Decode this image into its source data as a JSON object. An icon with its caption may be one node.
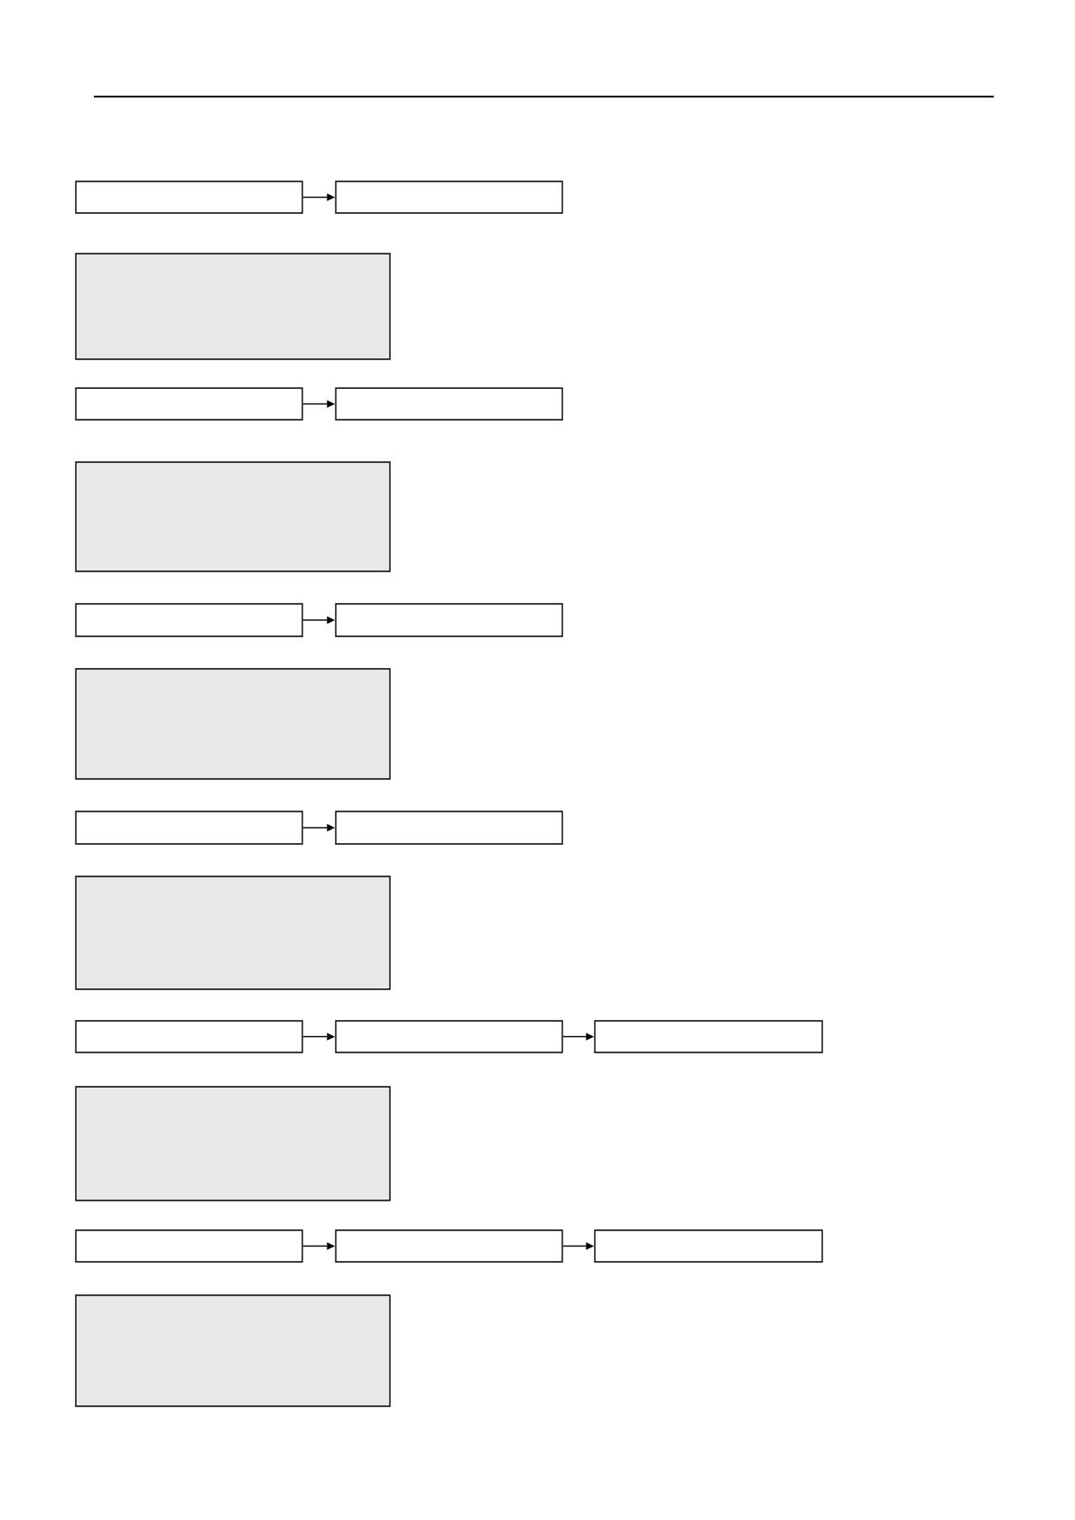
{
  "diagram": {
    "nodes": [
      {
        "text": [],
        "shape": "box"
      },
      {
        "text": [],
        "shape": "box"
      },
      {
        "text": [],
        "shape": "box"
      },
      {
        "text": [],
        "shape": "box"
      },
      {
        "text": [],
        "shape": "box"
      },
      {
        "text": [],
        "shape": "box"
      },
      {
        "text": [],
        "shape": "box"
      },
      {
        "text": [],
        "shape": "box"
      },
      {
        "text": [],
        "shape": "box"
      },
      {
        "text": [],
        "shape": "box"
      },
      {
        "text": [],
        "shape": "box"
      },
      {
        "text": [],
        "shape": "box"
      },
      {
        "text": [],
        "shape": "box"
      },
      {
        "text": [],
        "shape": "box"
      },
      {
        "text": [],
        "shape": "box"
      },
      {
        "text": [],
        "shape": "box"
      },
      {
        "text": [],
        "shape": "box"
      },
      {
        "text": [],
        "shape": "box"
      },
      {
        "text": [],
        "shape": "box"
      },
      {
        "text": [],
        "shape": "box"
      }
    ],
    "edges": [
      {
        "from": 0,
        "to": 1,
        "arrow": "to"
      },
      {
        "from": 3,
        "to": 4,
        "arrow": "to"
      },
      {
        "from": 6,
        "to": 7,
        "arrow": "to"
      },
      {
        "from": 9,
        "to": 10,
        "arrow": "to"
      },
      {
        "from": 12,
        "to": 13,
        "arrow": "to"
      },
      {
        "from": 13,
        "to": 14,
        "arrow": "to"
      },
      {
        "from": 16,
        "to": 17,
        "arrow": "to"
      },
      {
        "from": 17,
        "to": 18,
        "arrow": "to"
      }
    ]
  }
}
